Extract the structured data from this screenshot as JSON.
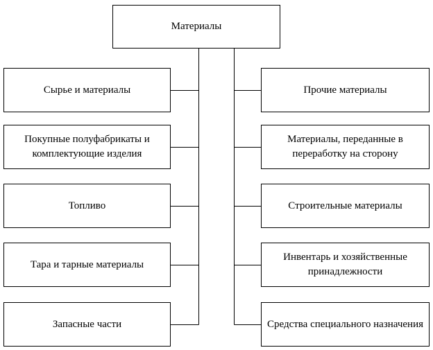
{
  "root": {
    "label": "Материалы"
  },
  "left": [
    "Сырье и материалы",
    "Покупные полуфабрикаты и комплектующие изделия",
    "Топливо",
    "Тара и тарные материалы",
    "Запасные части"
  ],
  "right": [
    "Прочие материалы",
    "Материалы, переданные в переработку на сторону",
    "Строительные материалы",
    "Инвентарь и хозяйственные принадлежности",
    "Средства специального назначения"
  ]
}
